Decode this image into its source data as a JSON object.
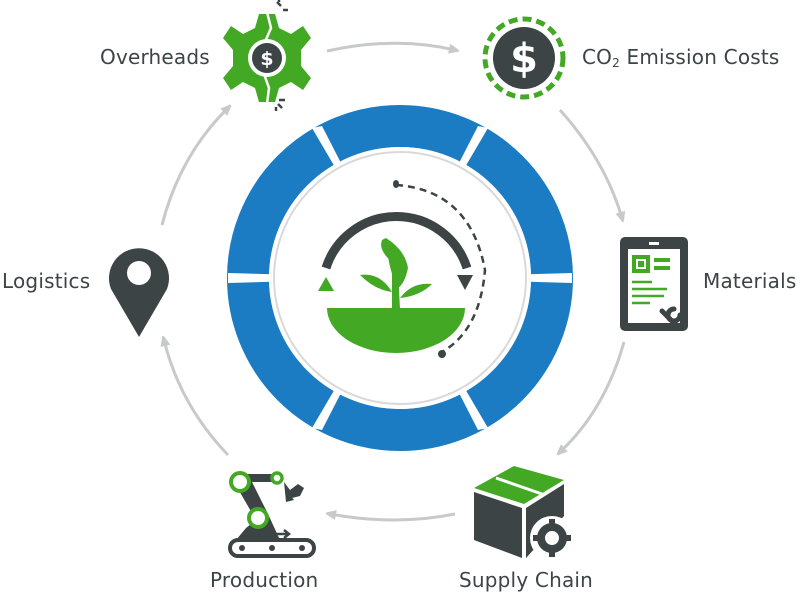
{
  "diagram": {
    "type": "cycle",
    "colors": {
      "green": "#43a924",
      "dark": "#3d4446",
      "blue": "#1c7cc3",
      "arrow": "#c8c9cc",
      "inner_ring": "#d9d9d9"
    },
    "center": {
      "icon": "sprouting-plant-cycle-icon",
      "ring_segments": 6
    },
    "nodes": [
      {
        "id": "overheads",
        "label": "Overheads",
        "icon": "gear-dollar-icon"
      },
      {
        "id": "co2",
        "label_main": "CO",
        "label_sub": "2",
        "label_rest": " Emission Costs",
        "label": "CO2 Emission Costs",
        "icon": "dollar-circle-icon"
      },
      {
        "id": "materials",
        "label": "Materials",
        "icon": "tablet-chip-wrench-icon"
      },
      {
        "id": "supply_chain",
        "label": "Supply Chain",
        "icon": "box-gear-icon"
      },
      {
        "id": "production",
        "label": "Production",
        "icon": "robot-arm-conveyor-icon"
      },
      {
        "id": "logistics",
        "label": "Logistics",
        "icon": "map-pin-icon"
      }
    ],
    "edges": [
      {
        "from": "Overheads",
        "to": "CO2 Emission Costs"
      },
      {
        "from": "CO2 Emission Costs",
        "to": "Materials"
      },
      {
        "from": "Materials",
        "to": "Supply Chain"
      },
      {
        "from": "Supply Chain",
        "to": "Production"
      },
      {
        "from": "Production",
        "to": "Logistics"
      },
      {
        "from": "Logistics",
        "to": "Overheads"
      }
    ]
  }
}
